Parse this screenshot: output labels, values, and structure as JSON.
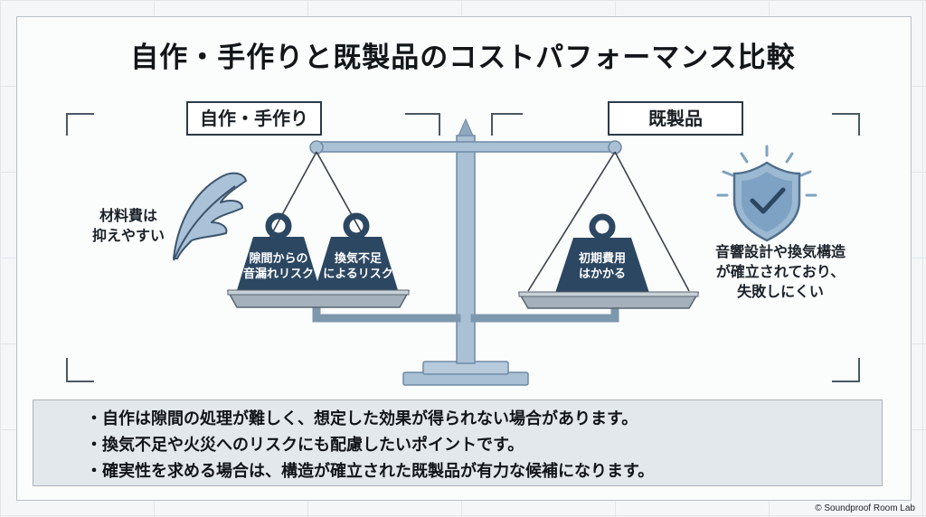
{
  "title": "自作・手作りと既製品のコストパフォーマンス比較",
  "left": {
    "label": "自作・手作り",
    "note": [
      "材料費は",
      "抑えやすい"
    ],
    "weights": [
      [
        "隙間からの",
        "音漏れリスク"
      ],
      [
        "換気不足",
        "によるリスク"
      ]
    ]
  },
  "right": {
    "label": "既製品",
    "note": [
      "音響設計や換気構造",
      "が確立されており、",
      "失敗しにくい"
    ],
    "weight": [
      "初期費用",
      "はかかる"
    ]
  },
  "notes": [
    "・自作は隙間の処理が難しく、想定した効果が得られない場合があります。",
    "・換気不足や火災へのリスクにも配慮したいポイントです。",
    "・確実性を求める場合は、構造が確立された既製品が有力な候補になります。"
  ],
  "copyright": "© Soundproof Room Lab",
  "icons": {
    "feather": "feather-icon",
    "shield": "shield-check-icon"
  },
  "colors": {
    "navy": "#2c4762",
    "scale": "#9fb7ce",
    "panel": "#e3e8ec"
  }
}
